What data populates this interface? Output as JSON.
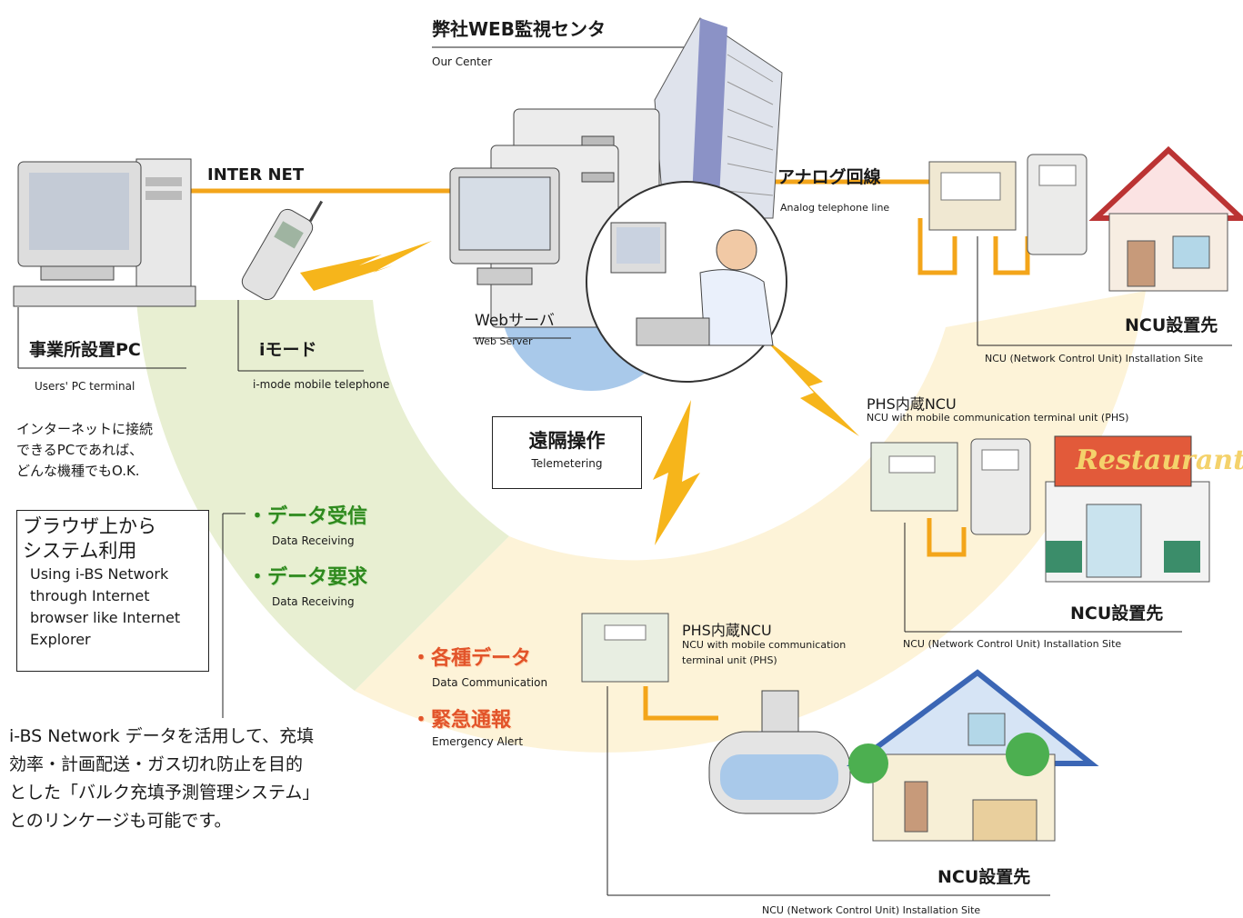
{
  "center": {
    "title": "弊社WEB監視センタ",
    "subtitle": "Our Center"
  },
  "internet_label": "INTER NET",
  "analog": {
    "title": "アナログ回線",
    "subtitle": "Analog telephone line"
  },
  "webserver": {
    "title": "Webサーバ",
    "subtitle": "Web Server"
  },
  "office_pc": {
    "title": "事業所設置PC",
    "subtitle": "Users' PC terminal"
  },
  "imode": {
    "title": "iモード",
    "subtitle": "i-mode mobile telephone"
  },
  "remote_op": {
    "title": "遠隔操作",
    "subtitle": "Telemetering"
  },
  "any_pc_note": [
    "インターネットに接続",
    "できるPCであれば、",
    "どんな機種でもO.K."
  ],
  "browser_box": {
    "title_lines": [
      "ブラウザ上から",
      "システム利用"
    ],
    "desc_lines": [
      "Using i-BS Network",
      "through Internet",
      "browser like Internet",
      "Explorer"
    ]
  },
  "data_receive": {
    "label": "・データ受信",
    "sub": "Data Receiving"
  },
  "data_request": {
    "label": "・データ要求",
    "sub": "Data Receiving"
  },
  "various_data": {
    "label": "・各種データ",
    "sub": "Data Communication"
  },
  "emergency": {
    "label": "・緊急通報",
    "sub": "Emergency Alert"
  },
  "bulk_note": [
    "i-BS Network データを活用して、充填",
    "効率・計画配送・ガス切れ防止を目的",
    "とした「バルク充填予測管理システム」",
    "とのリンケージも可能です。"
  ],
  "site1": {
    "title": "NCU設置先",
    "subtitle": "NCU (Network Control Unit) Installation Site"
  },
  "phs1": {
    "title": "PHS内蔵NCU",
    "subtitle": "NCU with mobile communication terminal unit (PHS)"
  },
  "site2": {
    "title": "NCU設置先",
    "subtitle": "NCU (Network Control Unit) Installation Site"
  },
  "phs2": {
    "title": "PHS内蔵NCU",
    "sub_lines": [
      "NCU with mobile communication",
      "terminal unit (PHS)"
    ]
  },
  "site3": {
    "title": "NCU設置先",
    "subtitle": "NCU (Network Control Unit) Installation Site"
  },
  "restaurant_sign": "Restaurant",
  "colors": {
    "line": "#f3a51a",
    "green_band": "#e8efd2",
    "yellow_band": "#fdf3d8",
    "blue": "#a9c9ea",
    "lightning": "#f6b51b"
  }
}
